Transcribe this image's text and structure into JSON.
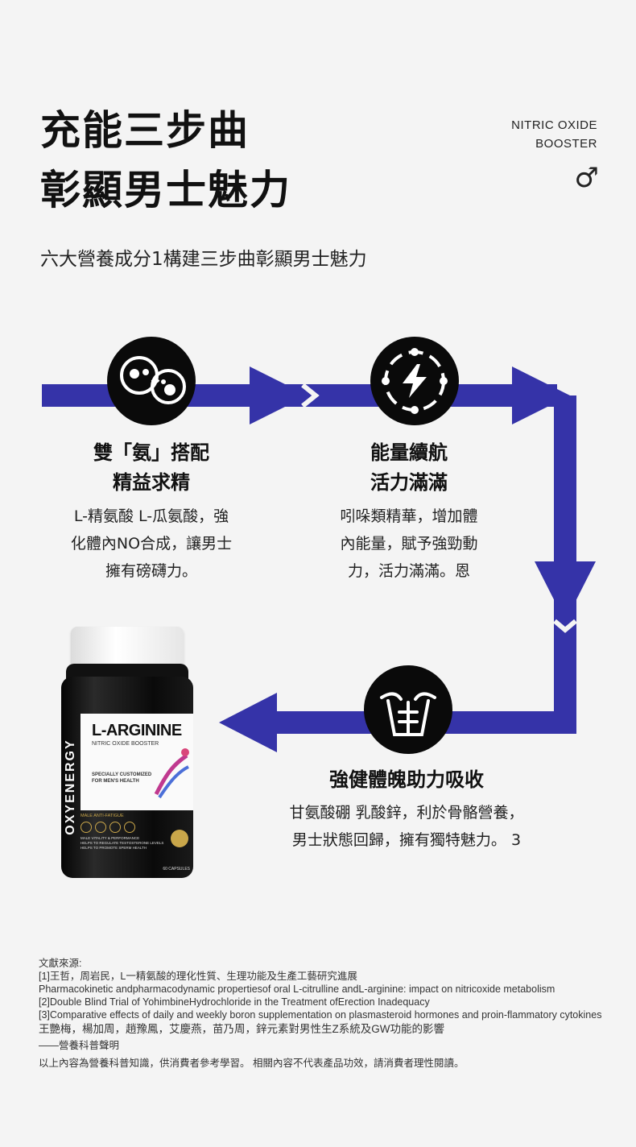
{
  "header": {
    "title_line1": "充能三步曲",
    "title_line2": "彰顯男士魅力",
    "brand_line1": "NITRIC OXIDE",
    "brand_line2": "BOOSTER",
    "male_symbol": "♂",
    "subtitle": "六大營養成分1構建三步曲彰顯男士魅力"
  },
  "steps": [
    {
      "icon": "cells-icon",
      "title_line1": "雙「氨」搭配",
      "title_line2": "精益求精",
      "desc_line1": "L-精氨酸 L-瓜氨酸，強",
      "desc_line2": "化體內NO合成，讓男士",
      "desc_line3": "擁有磅礴力。"
    },
    {
      "icon": "energy-bolt-icon",
      "title_line1": "能量續航",
      "title_line2": "活力滿滿",
      "desc_line1": "吲哚類精華，增加體",
      "desc_line2": "內能量，賦予強勁動",
      "desc_line3": "力，活力滿滿。恩"
    },
    {
      "icon": "torso-icon",
      "title_line1": "強健體魄助力吸收",
      "desc_line1": "甘氨酸硼 乳酸鋅，利於骨骼營養，",
      "desc_line2": "男士狀態回歸，擁有獨特魅力。 3"
    }
  ],
  "product": {
    "brand": "OXYENERGY",
    "name": "L-ARGININE",
    "subname": "NITRIC OXIDE BOOSTER",
    "tagline1": "SPECIALLY CUSTOMIZED",
    "tagline2": "FOR MEN'S HEALTH",
    "feature": "MALE ANTI-FATIGUE",
    "benefit1": "MALE VITALITY & PERFORMANCE",
    "benefit2": "HELPS TO REGULATE TESTOSTERONE LEVELS",
    "benefit3": "HELPS TO PROMOTE SPERM HEALTH",
    "count": "60 CAPSULES"
  },
  "references": {
    "heading": "文獻來源:",
    "items": [
      "[1]王哲，周岩民，L一精氨酸的理化性質、生理功能及生產工藝研究進展",
      "Pharmacokinetic andpharmacodynamic propertiesof oral L-citrulline andL-arginine: impact on nitricoxide metabolism",
      "[2]Double Blind Trial of YohimbineHydrochloride in the Treatment ofErection Inadequacy",
      "[3]Comparative effects of daily and weekly boron supplementation on plasmasteroid hormones and proin-flammatory cytokines",
      "王艷梅，楊加周，趙豫鳳，艾慶燕，苗乃周，鋅元素對男性生Z系統及GW功能的影響",
      "——營養科普聲明"
    ],
    "disclaimer": "以上內容為營養科普知識，供消費者參考學習。 相關內容不代表產品功效，請消費者理性閱讀。"
  },
  "colors": {
    "flow_blue": "#3533a8",
    "background": "#f4f4f4",
    "icon_circle": "#0a0a0a"
  }
}
